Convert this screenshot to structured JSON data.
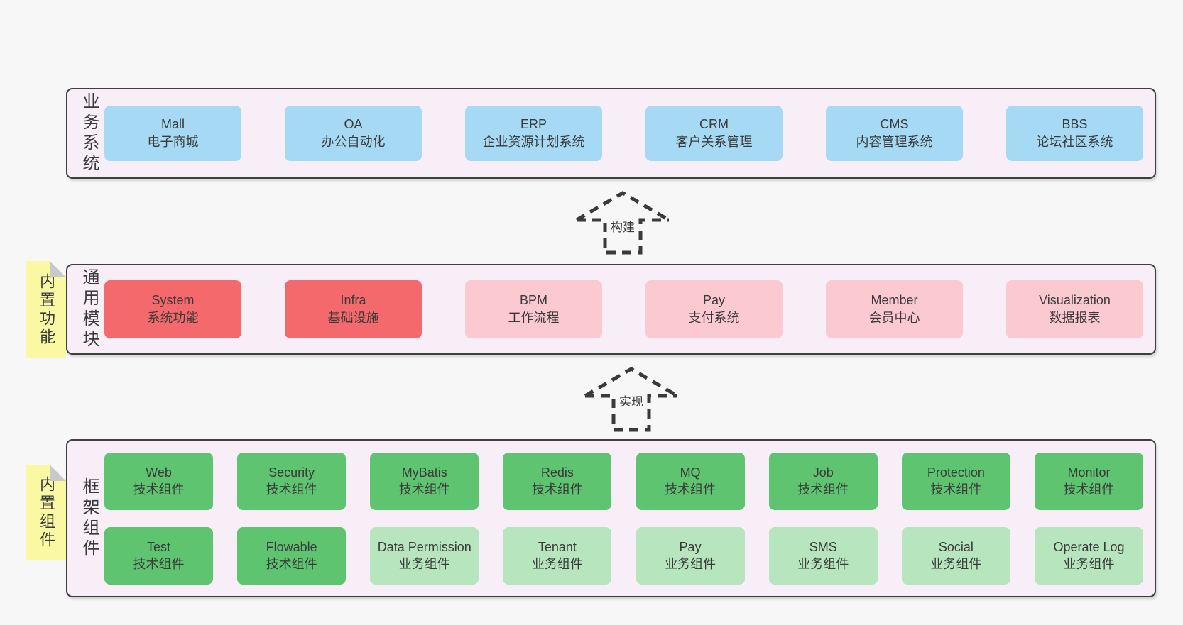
{
  "colors": {
    "page_bg": "#f7f7f7",
    "container_bg": "#f8eef7",
    "container_border": "#3f3f3f",
    "text": "#3a3a3a",
    "blue": "#a6daf4",
    "red": "#f4696c",
    "pink": "#fbc9d0",
    "green": "#5ec470",
    "lightgreen": "#b7e5be",
    "tab_bg": "#fbf8a4",
    "tab_fold": "#c9c9c9"
  },
  "arrows": [
    {
      "label": "构建"
    },
    {
      "label": "实现"
    }
  ],
  "layers": [
    {
      "label": "业务系统",
      "tab": null,
      "rows": [
        [
          {
            "name": "Mall",
            "desc": "电子商城",
            "color": "blue"
          },
          {
            "name": "OA",
            "desc": "办公自动化",
            "color": "blue"
          },
          {
            "name": "ERP",
            "desc": "企业资源计划系统",
            "color": "blue"
          },
          {
            "name": "CRM",
            "desc": "客户关系管理",
            "color": "blue"
          },
          {
            "name": "CMS",
            "desc": "内容管理系统",
            "color": "blue"
          },
          {
            "name": "BBS",
            "desc": "论坛社区系统",
            "color": "blue"
          }
        ]
      ]
    },
    {
      "label": "通用模块",
      "tab": "内置功能",
      "rows": [
        [
          {
            "name": "System",
            "desc": "系统功能",
            "color": "red"
          },
          {
            "name": "Infra",
            "desc": "基础设施",
            "color": "red"
          },
          {
            "name": "BPM",
            "desc": "工作流程",
            "color": "pink"
          },
          {
            "name": "Pay",
            "desc": "支付系统",
            "color": "pink"
          },
          {
            "name": "Member",
            "desc": "会员中心",
            "color": "pink"
          },
          {
            "name": "Visualization",
            "desc": "数据报表",
            "color": "pink"
          }
        ]
      ]
    },
    {
      "label": "框架组件",
      "tab": "内置组件",
      "rows": [
        [
          {
            "name": "Web",
            "desc": "技术组件",
            "color": "green"
          },
          {
            "name": "Security",
            "desc": "技术组件",
            "color": "green"
          },
          {
            "name": "MyBatis",
            "desc": "技术组件",
            "color": "green"
          },
          {
            "name": "Redis",
            "desc": "技术组件",
            "color": "green"
          },
          {
            "name": "MQ",
            "desc": "技术组件",
            "color": "green"
          },
          {
            "name": "Job",
            "desc": "技术组件",
            "color": "green"
          },
          {
            "name": "Protection",
            "desc": "技术组件",
            "color": "green"
          },
          {
            "name": "Monitor",
            "desc": "技术组件",
            "color": "green"
          }
        ],
        [
          {
            "name": "Test",
            "desc": "技术组件",
            "color": "green"
          },
          {
            "name": "Flowable",
            "desc": "技术组件",
            "color": "green"
          },
          {
            "name": "Data Permission",
            "desc": "业务组件",
            "color": "lightgreen"
          },
          {
            "name": "Tenant",
            "desc": "业务组件",
            "color": "lightgreen"
          },
          {
            "name": "Pay",
            "desc": "业务组件",
            "color": "lightgreen"
          },
          {
            "name": "SMS",
            "desc": "业务组件",
            "color": "lightgreen"
          },
          {
            "name": "Social",
            "desc": "业务组件",
            "color": "lightgreen"
          },
          {
            "name": "Operate Log",
            "desc": "业务组件",
            "color": "lightgreen"
          }
        ]
      ]
    }
  ]
}
